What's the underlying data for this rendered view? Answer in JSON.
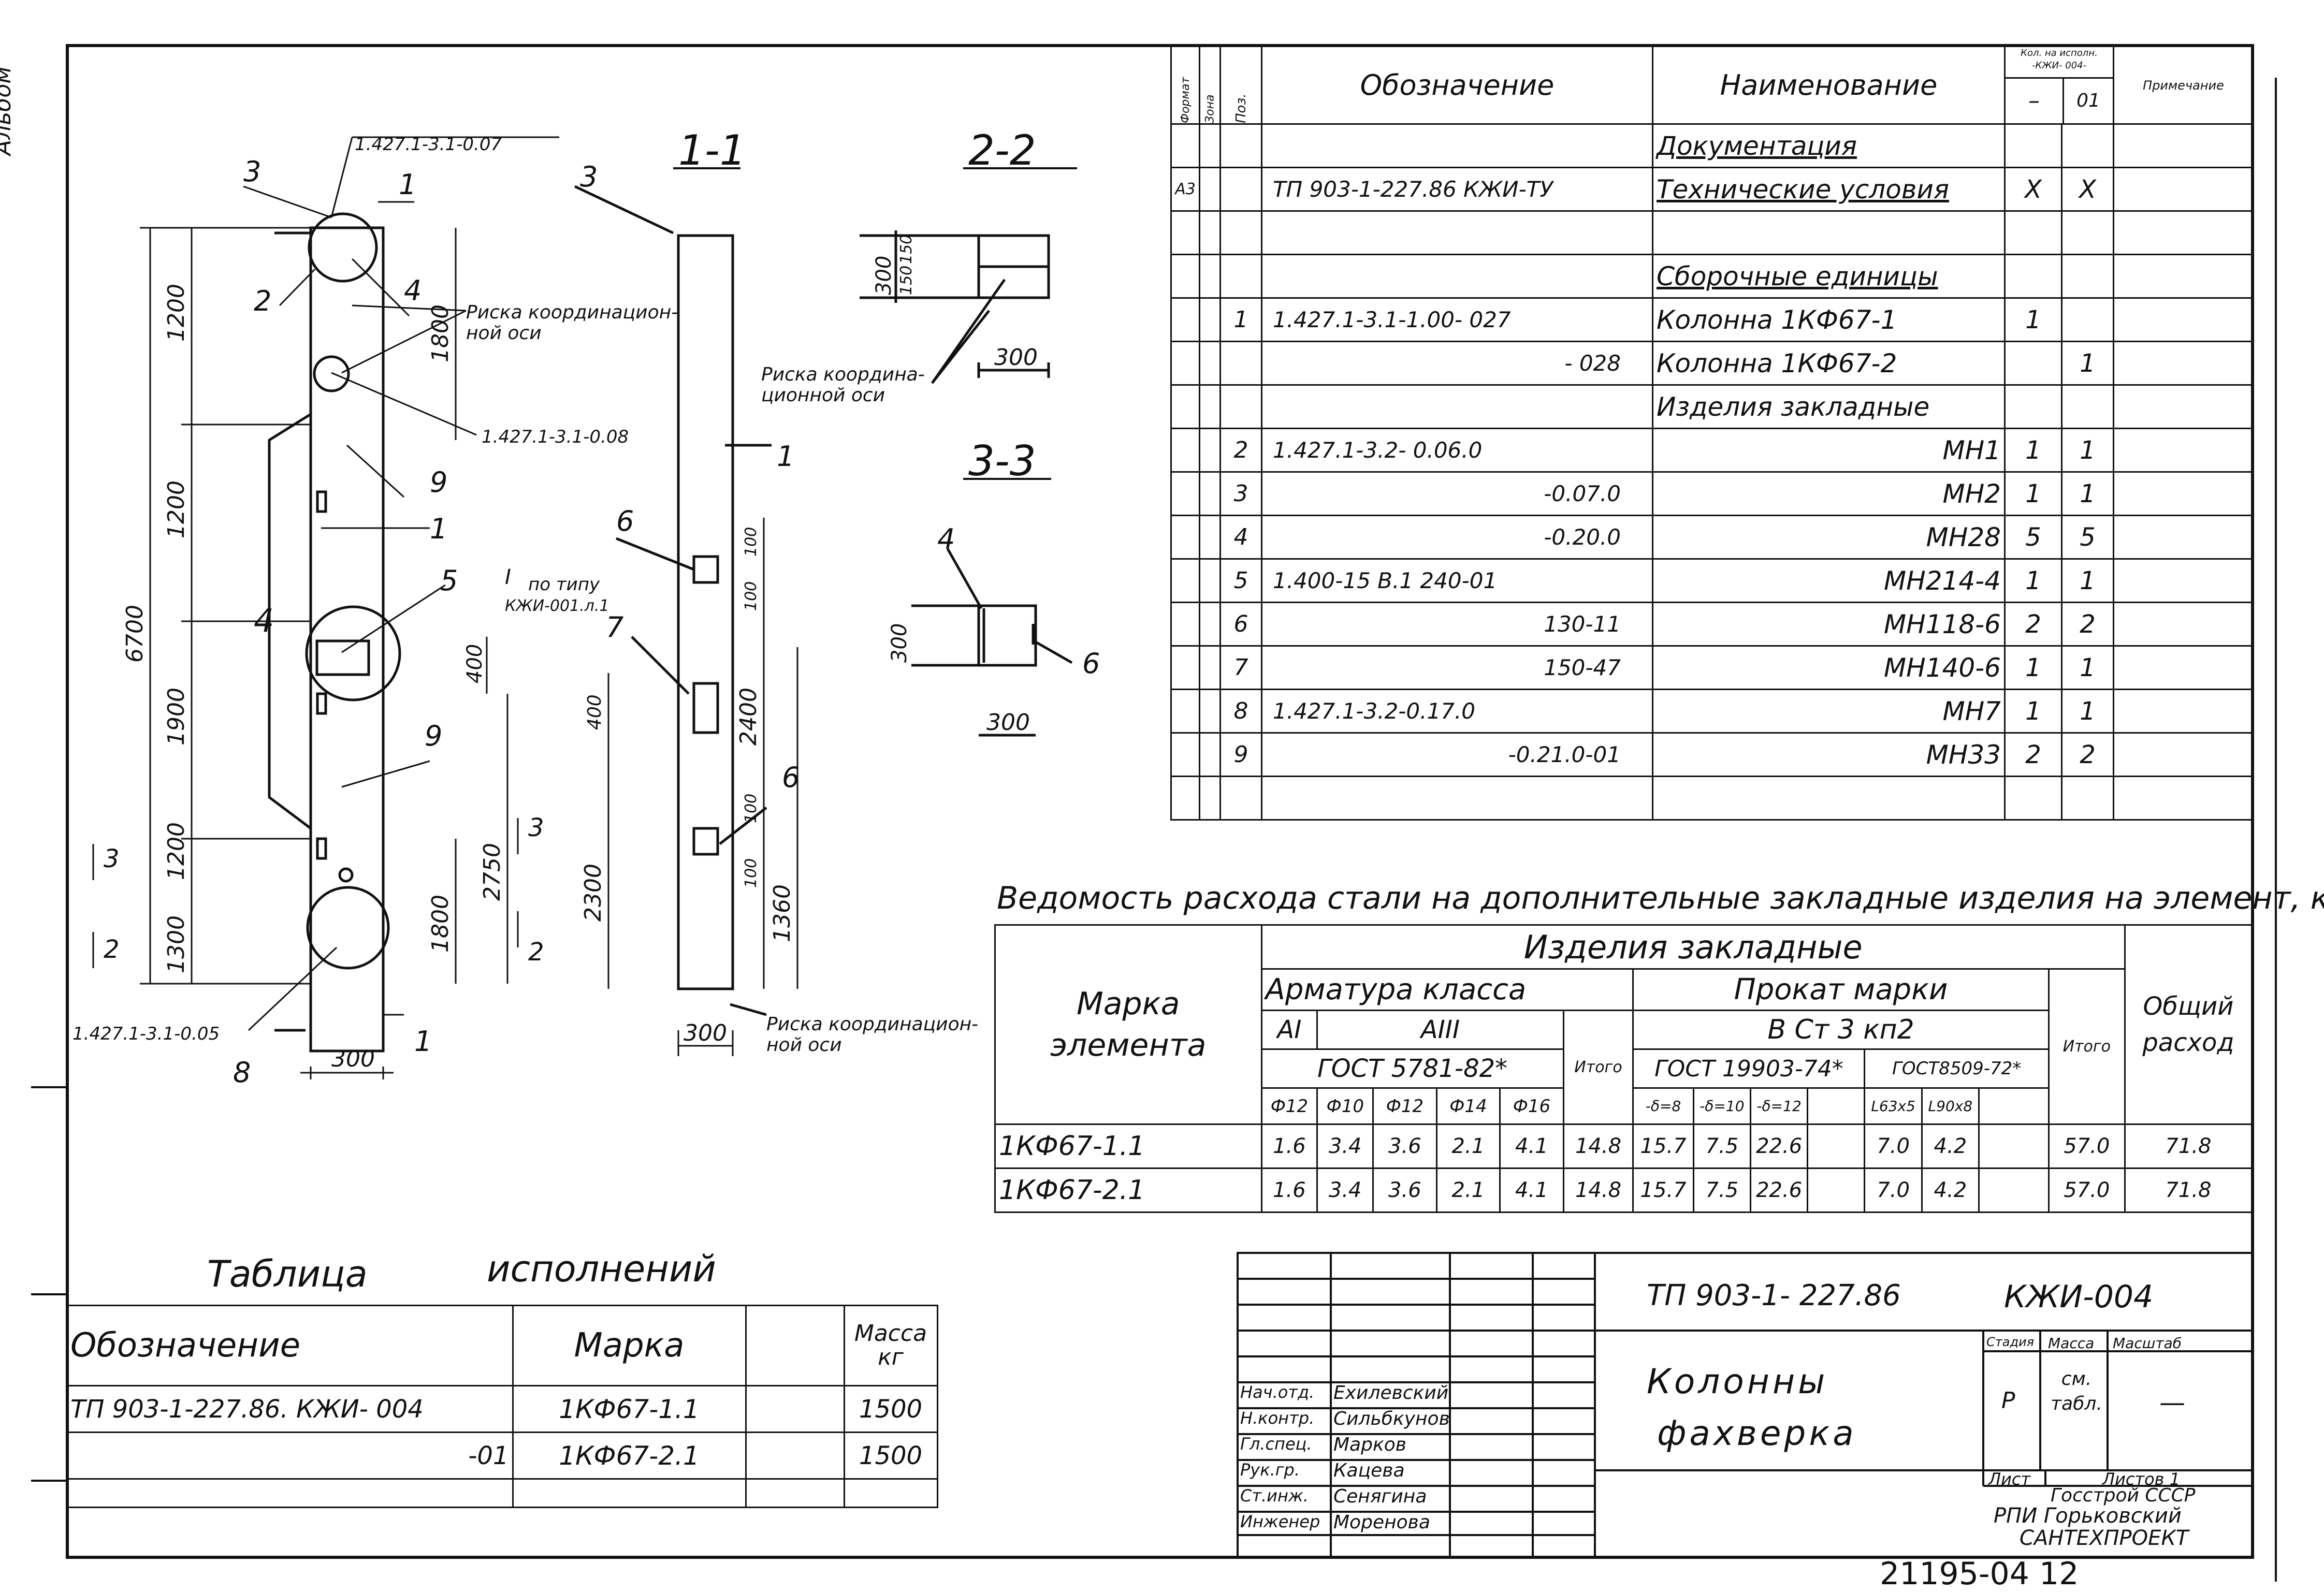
{
  "margin_label": "Альбом",
  "sheet_code": "21195-04 12",
  "spec": {
    "header": {
      "format": "Формат",
      "zone": "Зона",
      "pos": "Поз.",
      "designation": "Обозначение",
      "name": "Наименование",
      "qty": "Кол. на исполн. -КЖИ- 004-",
      "qty_a": "–",
      "qty_b": "01",
      "note": "Примечание"
    },
    "rows": [
      {
        "format": "",
        "pos": "",
        "designation": "",
        "name": "Документация",
        "a": "",
        "b": "",
        "title": true
      },
      {
        "format": "А3",
        "pos": "",
        "designation": "ТП 903-1-227.86  КЖИ-ТУ",
        "name": "Технические условия",
        "a": "X",
        "b": "X",
        "title": true
      },
      {
        "format": "",
        "pos": "",
        "designation": "",
        "name": "",
        "a": "",
        "b": ""
      },
      {
        "format": "",
        "pos": "",
        "designation": "",
        "name": "Сборочные единицы",
        "a": "",
        "b": "",
        "title": true
      },
      {
        "format": "",
        "pos": "1",
        "designation": "1.427.1-3.1-1.00-  027",
        "name": "Колонна    1КФ67-1",
        "a": "1",
        "b": ""
      },
      {
        "format": "",
        "pos": "",
        "designation": "- 028",
        "name": "Колонна    1КФ67-2",
        "a": "",
        "b": "1",
        "right": true
      },
      {
        "format": "",
        "pos": "",
        "designation": "",
        "name": "Изделия  закладные",
        "a": "",
        "b": ""
      },
      {
        "format": "",
        "pos": "2",
        "designation": "1.427.1-3.2-  0.06.0",
        "name": "МН1",
        "a": "1",
        "b": "1",
        "nameRight": true
      },
      {
        "format": "",
        "pos": "3",
        "designation": "-0.07.0",
        "name": "МН2",
        "a": "1",
        "b": "1",
        "right": true,
        "nameRight": true
      },
      {
        "format": "",
        "pos": "4",
        "designation": "-0.20.0",
        "name": "МН28",
        "a": "5",
        "b": "5",
        "right": true,
        "nameRight": true
      },
      {
        "format": "",
        "pos": "5",
        "designation": "1.400-15 В.1  240-01",
        "name": "МН214-4",
        "a": "1",
        "b": "1",
        "nameRight": true
      },
      {
        "format": "",
        "pos": "6",
        "designation": "130-11",
        "name": "МН118-6",
        "a": "2",
        "b": "2",
        "right": true,
        "nameRight": true
      },
      {
        "format": "",
        "pos": "7",
        "designation": "150-47",
        "name": "МН140-6",
        "a": "1",
        "b": "1",
        "right": true,
        "nameRight": true
      },
      {
        "format": "",
        "pos": "8",
        "designation": "1.427.1-3.2-0.17.0",
        "name": "МН7",
        "a": "1",
        "b": "1",
        "nameRight": true
      },
      {
        "format": "",
        "pos": "9",
        "designation": "-0.21.0-01",
        "name": "МН33",
        "a": "2",
        "b": "2",
        "right": true,
        "nameRight": true
      },
      {
        "format": "",
        "pos": "",
        "designation": "",
        "name": "",
        "a": "",
        "b": ""
      }
    ]
  },
  "steel": {
    "title": "Ведомость расхода стали на дополнительные закладные изделия на элемент, кг",
    "mark_element": "Марка элемента",
    "embedded": "Изделия     закладные",
    "armature": "Арматура    класса",
    "rolled": "Прокат    марки",
    "class_a1": "АI",
    "class_a3": "АIII",
    "gost_5781": "ГОСТ  5781-82*",
    "total": "Итого",
    "steel_grade": "В Ст 3 кп2",
    "gost_19903": "ГОСТ 19903-74*",
    "gost_8509": "ГОСТ8509-72*",
    "total2": "Итого",
    "overall": "Общий расход",
    "cols": [
      "Ф12",
      "Ф10",
      "Ф12",
      "Ф14",
      "Ф16",
      "",
      "-δ=8",
      "-δ=10",
      "-δ=12",
      "",
      "L63x5",
      "L90x8",
      "",
      ""
    ],
    "rows": [
      {
        "mark": "1КФ67-1.1",
        "v": [
          "1.6",
          "3.4",
          "3.6",
          "2.1",
          "4.1",
          "14.8",
          "15.7",
          "7.5",
          "22.6",
          "",
          "7.0",
          "4.2",
          "",
          "57.0",
          "71.8"
        ]
      },
      {
        "mark": "1КФ67-2.1",
        "v": [
          "1.6",
          "3.4",
          "3.6",
          "2.1",
          "4.1",
          "14.8",
          "15.7",
          "7.5",
          "22.6",
          "",
          "7.0",
          "4.2",
          "",
          "57.0",
          "71.8"
        ]
      }
    ]
  },
  "variants": {
    "title_a": "Таблица",
    "title_b": "исполнений",
    "h_designation": "Обозначение",
    "h_mark": "Марка",
    "h_mass": "Масса кг",
    "rows": [
      {
        "designation": "ТП 903-1-227.86.  КЖИ- 004",
        "mark": "1КФ67-1.1",
        "mass": "1500"
      },
      {
        "designation": "-01",
        "mark": "1КФ67-2.1",
        "mass": "1500"
      }
    ]
  },
  "stamp": {
    "doc_code": "ТП 903-1- 227.86",
    "doc_suffix": "КЖИ-004",
    "title_line1": "Колонны",
    "title_line2": "фахверка",
    "stage_h": "Стадия",
    "mass_h": "Масса",
    "scale_h": "Масштаб",
    "stage": "Р",
    "mass": "см. табл.",
    "scale": "—",
    "sheet": "Лист",
    "sheets": "Листов  1",
    "org1": "Госстрой СССР",
    "org2": "РПИ Горьковский",
    "org3": "САНТЕХПРОЕКТ",
    "people": [
      {
        "role": "Нач.отд.",
        "name": "Ехилевский"
      },
      {
        "role": "Н.контр.",
        "name": "Сильбкунов"
      },
      {
        "role": "Гл.спец.",
        "name": "Марков"
      },
      {
        "role": "Рук.гр.",
        "name": "Кацева"
      },
      {
        "role": "Ст.инж.",
        "name": "Сенягина"
      },
      {
        "role": "Инженер",
        "name": "Моренова"
      }
    ]
  },
  "drawing": {
    "sec11": "1-1",
    "sec22": "2-2",
    "sec33": "3-3",
    "ref_top": "1.427.1-3.1-0.07",
    "ref_mid": "1.427.1-3.1-0.08",
    "ref_bot": "1.427.1-3.1-0.05",
    "risk1": "Риска координацион-",
    "risk1b": "ной оси",
    "risk2": "Риска координа-",
    "risk2b": "ционной оси",
    "risk3": "Риска координацион-",
    "risk3b": "ной оси",
    "type_mark": "I",
    "type_label": "по типу",
    "type_ref": "КЖИ-001.л.1",
    "dims_left": [
      "1200",
      "1200",
      "1900",
      "1200",
      "1300"
    ],
    "dim_total": "6700",
    "dim_1800a": "1800",
    "dim_1800b": "1800",
    "dim_400": "400",
    "dim_2750": "2750",
    "dim_300": "300",
    "s_dims": [
      "300",
      "2400",
      "2300",
      "1360",
      "400",
      "100",
      "100",
      "100",
      "100"
    ],
    "s_width": "300",
    "d22": [
      "300",
      "150",
      "150",
      "300"
    ],
    "d33": [
      "300",
      "300"
    ],
    "leaders": [
      "1",
      "2",
      "3",
      "4",
      "5",
      "6",
      "7",
      "8",
      "9"
    ]
  }
}
